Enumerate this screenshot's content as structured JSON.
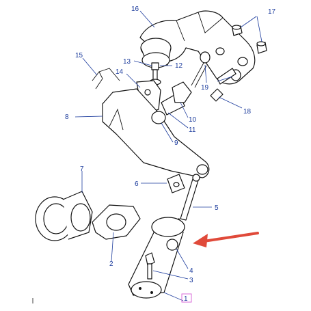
{
  "callouts": {
    "c1": "1",
    "c2": "2",
    "c3": "3",
    "c4": "4",
    "c5": "5",
    "c6": "6",
    "c7": "7",
    "c8": "8",
    "c9": "9",
    "c10": "10",
    "c11": "11",
    "c12": "12",
    "c13": "13",
    "c14": "14",
    "c15": "15",
    "c16": "16",
    "c17": "17",
    "c18": "18",
    "c19": "19"
  },
  "colors": {
    "callout_text": "#1a3a9c",
    "outline": "#111111",
    "highlight_arrow": "#e04a3a",
    "highlight_box": "#d86bd8"
  }
}
